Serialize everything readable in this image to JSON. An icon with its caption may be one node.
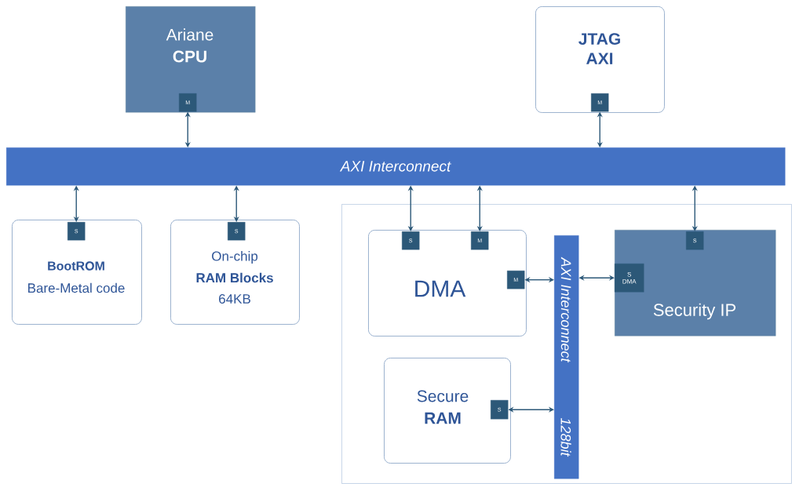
{
  "diagram": {
    "nodes": [
      {
        "text": [
          "Ariane",
          "CPU"
        ]
      },
      {
        "text": [
          "M"
        ],
        "in": 0
      },
      {
        "text": [
          "JTAG AXI"
        ]
      },
      {
        "text": [
          "M"
        ],
        "in": 2
      },
      {
        "text": [
          "AXI Interconnect"
        ]
      },
      {
        "text": [
          "BootROM",
          "Bare-Metal code"
        ]
      },
      {
        "text": [
          "S"
        ],
        "in": 5
      },
      {
        "text": [
          "On-chip",
          "RAM Blocks",
          "64KB"
        ]
      },
      {
        "text": [
          "S"
        ],
        "in": 7
      },
      {
        "text": [],
        "shape": "box"
      },
      {
        "text": [
          "DMA"
        ],
        "in": 9
      },
      {
        "text": [
          "S"
        ],
        "in": 10
      },
      {
        "text": [
          "M"
        ],
        "in": 10
      },
      {
        "text": [
          "M"
        ],
        "in": 10
      },
      {
        "text": [
          "AXI Interconnect",
          "128bit"
        ],
        "in": 9
      },
      {
        "text": [
          "Security IP"
        ],
        "in": 9
      },
      {
        "text": [
          "S"
        ],
        "in": 15
      },
      {
        "text": [
          "S DMA"
        ],
        "in": 15
      },
      {
        "text": [
          "Secure",
          "RAM"
        ],
        "in": 9
      },
      {
        "text": [
          "S"
        ],
        "in": 18
      }
    ],
    "edges": [
      {
        "from": 1,
        "to": 4,
        "arrow": "both"
      },
      {
        "from": 3,
        "to": 4,
        "arrow": "both"
      },
      {
        "from": 4,
        "to": 6,
        "arrow": "both"
      },
      {
        "from": 4,
        "to": 8,
        "arrow": "both"
      },
      {
        "from": 4,
        "to": 11,
        "arrow": "both"
      },
      {
        "from": 4,
        "to": 12,
        "arrow": "both"
      },
      {
        "from": 4,
        "to": 16,
        "arrow": "both"
      },
      {
        "from": 13,
        "to": 14,
        "arrow": "both"
      },
      {
        "from": 14,
        "to": 17,
        "arrow": "both"
      },
      {
        "from": 19,
        "to": 14,
        "arrow": "both"
      }
    ]
  }
}
